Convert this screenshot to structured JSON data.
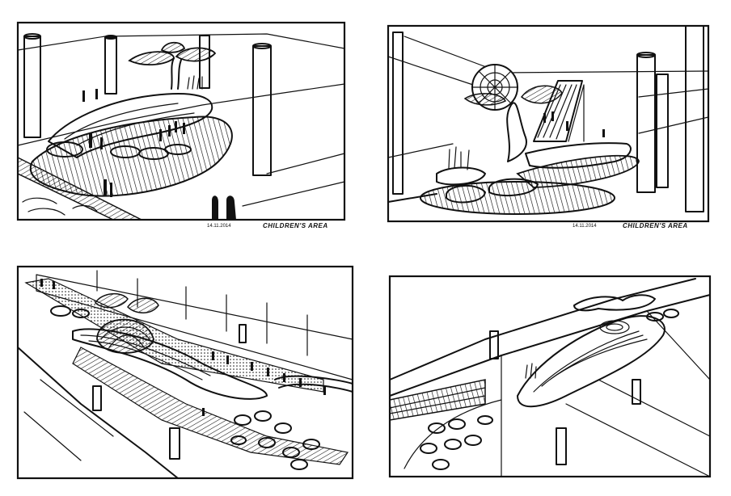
{
  "sketches": [
    {
      "id": "top-left",
      "date": "14.11.2014",
      "caption": "CHILDREN'S AREA"
    },
    {
      "id": "top-right",
      "date": "14.11.2014",
      "caption": "CHILDREN'S AREA"
    },
    {
      "id": "bottom-left"
    },
    {
      "id": "bottom-right"
    }
  ],
  "colors": {
    "ink": "#111111",
    "paper": "#ffffff"
  }
}
